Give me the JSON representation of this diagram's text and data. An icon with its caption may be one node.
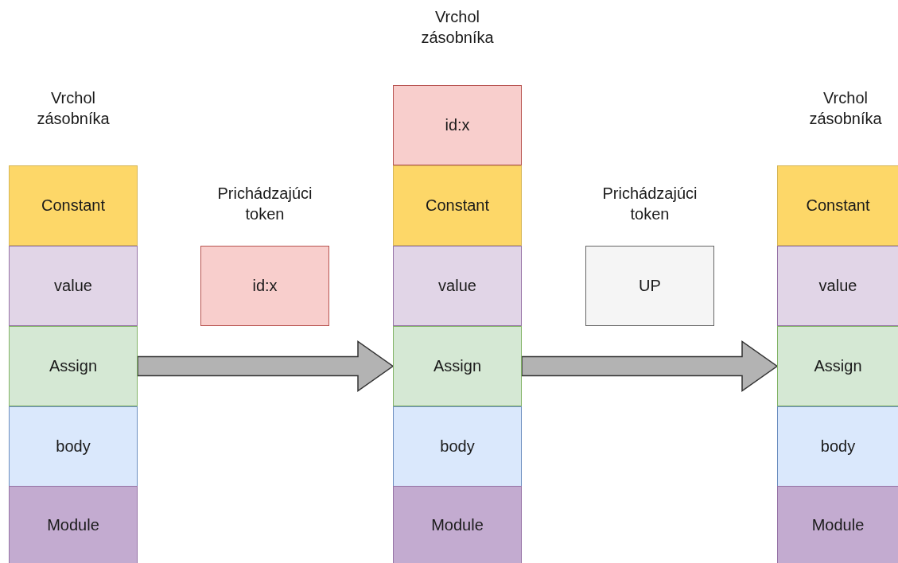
{
  "diagram": {
    "nodes": [
      {
        "text": [
          "Constant"
        ]
      },
      {
        "text": [
          "value"
        ]
      },
      {
        "text": [
          "Assign"
        ]
      },
      {
        "text": [
          "body"
        ]
      },
      {
        "text": [
          "Module"
        ]
      },
      {
        "text": [
          "id:x"
        ]
      },
      {
        "text": [
          "id:x"
        ]
      },
      {
        "text": [
          "Constant"
        ]
      },
      {
        "text": [
          "value"
        ]
      },
      {
        "text": [
          "Assign"
        ]
      },
      {
        "text": [
          "body"
        ]
      },
      {
        "text": [
          "Module"
        ]
      },
      {
        "text": [
          "UP"
        ]
      },
      {
        "text": [
          "Constant"
        ]
      },
      {
        "text": [
          "value"
        ]
      },
      {
        "text": [
          "Assign"
        ]
      },
      {
        "text": [
          "body"
        ]
      },
      {
        "text": [
          "Module"
        ]
      }
    ],
    "edges": [
      {
        "from": 2,
        "to": 9,
        "arrow": "to"
      },
      {
        "from": 9,
        "to": 15,
        "arrow": "to"
      }
    ],
    "labels": [
      "Vrchol zásobníka",
      "Vrchol zásobníka",
      "Vrchol zásobníka",
      "Prichádzajúci token",
      "Prichádzajúci token"
    ]
  }
}
